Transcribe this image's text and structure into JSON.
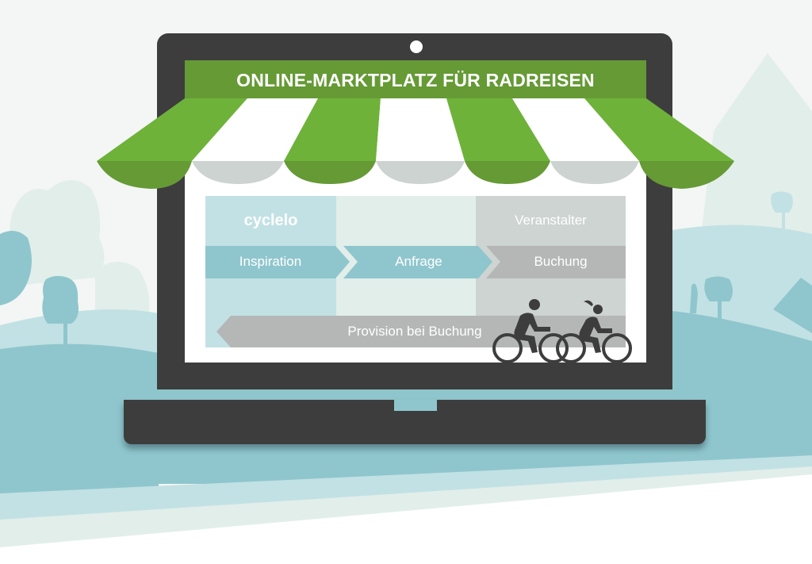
{
  "banner": {
    "title": "ONLINE-MARKTPLATZ FÜR RADREISEN"
  },
  "columns": {
    "platform": {
      "label": "cyclelo",
      "color": "#c2e1e4"
    },
    "middle": {
      "label": "",
      "color": "#e1eeea"
    },
    "operator": {
      "label": "Veranstalter",
      "color": "#cdd4d2"
    }
  },
  "process": {
    "steps": [
      {
        "label": "Inspiration",
        "color": "#8fc6cd"
      },
      {
        "label": "Anfrage",
        "color": "#8fc6cd"
      },
      {
        "label": "Buchung",
        "color": "#b5b7b6"
      }
    ]
  },
  "commission": {
    "label": "Provision bei Buchung",
    "color": "#b5b7b6"
  },
  "icons": {
    "cyclists": "two-cyclists-icon",
    "webcam": "webcam-dot"
  },
  "colors": {
    "awning_green": "#6eb23a",
    "awning_green_dark": "#659a35",
    "awning_white": "#ffffff",
    "awning_grey": "#ccd3d1",
    "laptop_body": "#3d3d3d",
    "hill_dark": "#8fc6cd",
    "hill_light": "#c2e1e4",
    "sky": "#f3f6f4"
  }
}
